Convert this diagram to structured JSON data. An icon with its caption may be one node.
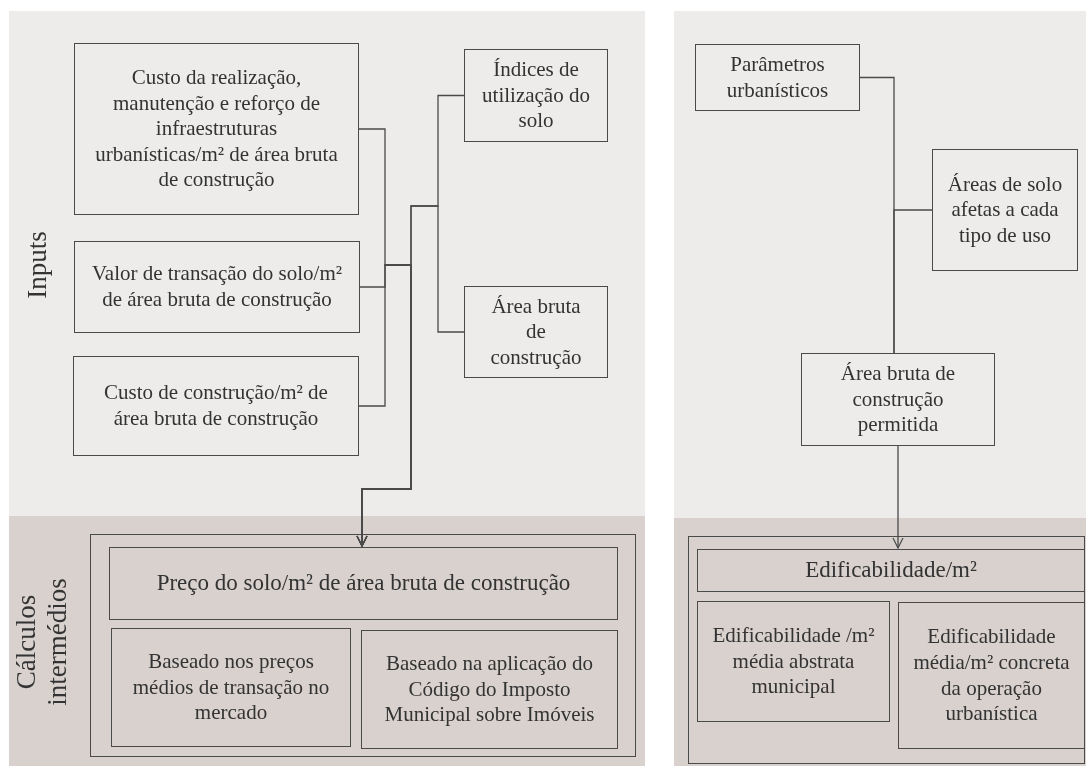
{
  "diagram": {
    "nodes": [
      {
        "text": [
          "Custo da realização, manutenção e reforço de infraestruturas urbanísticas/m² de área bruta de construção"
        ]
      },
      {
        "text": [
          "Valor de transação do solo/m² de área bruta de construção"
        ]
      },
      {
        "text": [
          "Custo de construção/m² de área bruta de construção"
        ]
      },
      {
        "text": [
          "Índices de utilização do solo"
        ]
      },
      {
        "text": [
          "Área bruta de construção"
        ]
      },
      {
        "text": [],
        "shape": "box"
      },
      {
        "text": [
          "Preço do solo/m² de área bruta de construção"
        ],
        "in": 5
      },
      {
        "text": [
          "Baseado nos preços médios de transação no mercado"
        ],
        "in": 5
      },
      {
        "text": [
          "Baseado na aplicação do Código do Imposto Municipal sobre Imóveis"
        ],
        "in": 5
      },
      {
        "text": [
          "Parâmetros urbanísticos"
        ]
      },
      {
        "text": [
          "Áreas de solo afetas a cada tipo de uso"
        ]
      },
      {
        "text": [
          "Área bruta de construção permitida"
        ]
      },
      {
        "text": [],
        "shape": "box"
      },
      {
        "text": [
          "Edificabilidade/m²"
        ],
        "in": 12
      },
      {
        "text": [
          "Edificabilidade /m² média abstrata municipal"
        ],
        "in": 12
      },
      {
        "text": [
          "Edificabilidade média/m² concreta da operação urbanística"
        ],
        "in": 12
      }
    ],
    "edges": [
      {
        "from": 0,
        "to": 6,
        "arrow": "to"
      },
      {
        "from": 1,
        "to": 6,
        "arrow": "to"
      },
      {
        "from": 2,
        "to": 6,
        "arrow": "to"
      },
      {
        "from": 3,
        "to": 6,
        "arrow": "to"
      },
      {
        "from": 4,
        "to": 6,
        "arrow": "to"
      },
      {
        "from": 9,
        "to": 11,
        "arrow": "none"
      },
      {
        "from": 10,
        "to": 11,
        "arrow": "none"
      },
      {
        "from": 11,
        "to": 13,
        "arrow": "to"
      }
    ],
    "labels": [
      "Inputs",
      "Cálculos intermédios"
    ]
  }
}
